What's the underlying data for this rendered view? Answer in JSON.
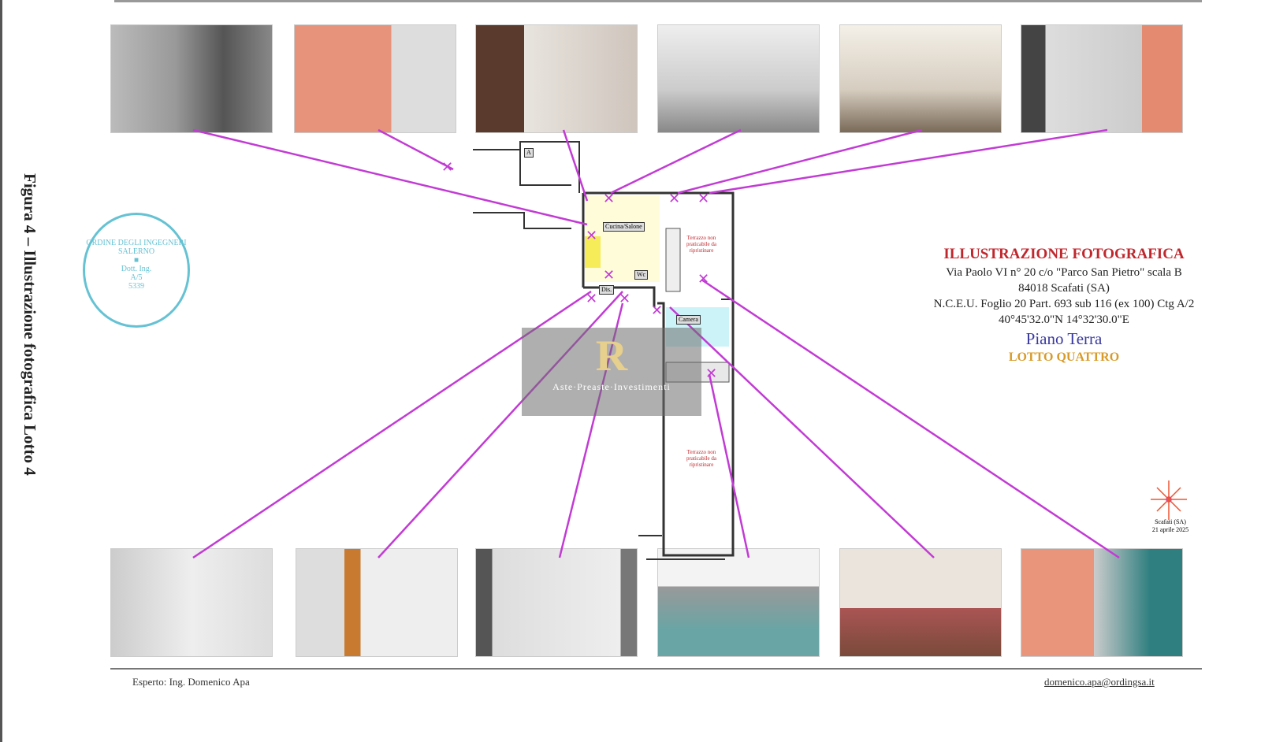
{
  "figure_caption": "Figura 4 – Illustrazione fotografica Lotto 4",
  "title_block": {
    "heading": "ILLUSTRAZIONE FOTOGRAFICA",
    "address": "Via Paolo VI n° 20 c/o \"Parco San Pietro\" scala B",
    "city": "84018 Scafati (SA)",
    "cadastre": "N.C.E.U. Foglio 20 Part. 693 sub 116 (ex 100) Ctg A/2",
    "coords": "40°45'32.0\"N 14°32'30.0\"E",
    "floor": "Piano Terra",
    "lot": "LOTTO QUATTRO"
  },
  "plan": {
    "rooms": [
      "Cucina/Salone",
      "Wc",
      "Dis.",
      "Camera"
    ],
    "terrace_note": "Terrazzo non praticabile da ripristinare",
    "stair_label": "A"
  },
  "compass": {
    "place": "Scafati (SA)",
    "date": "21 aprile 2025"
  },
  "watermark": {
    "logo": "R",
    "text": "Aste·Preaste·Investimenti"
  },
  "footer": {
    "expert": "Esperto: Ing. Domenico Apa",
    "email": "domenico.apa@ordingsa.it"
  },
  "colors": {
    "accent": "#c0272d",
    "lines": "#c23bd4"
  }
}
